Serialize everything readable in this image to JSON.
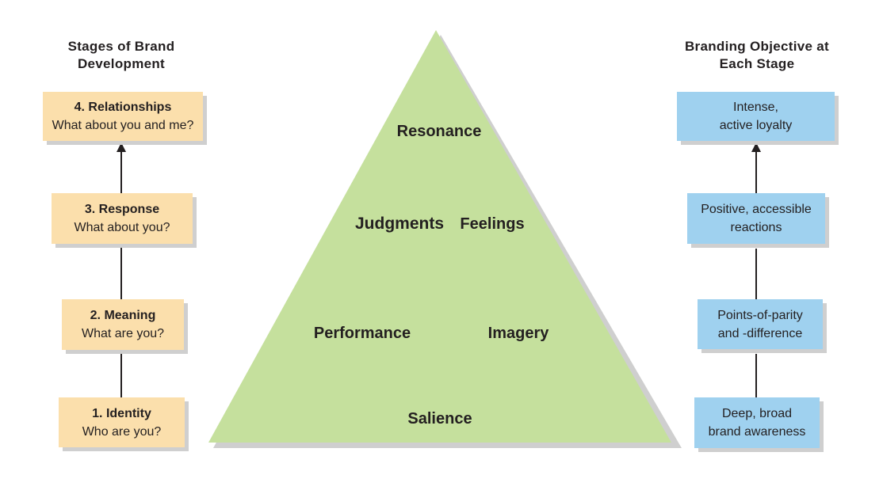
{
  "left_column": {
    "title_line1": "Stages of Brand",
    "title_line2": "Development",
    "stages": [
      {
        "title": "4. Relationships",
        "question": "What about you and me?"
      },
      {
        "title": "3. Response",
        "question": "What about you?"
      },
      {
        "title": "2. Meaning",
        "question": "What are you?"
      },
      {
        "title": "1. Identity",
        "question": "Who are you?"
      }
    ]
  },
  "right_column": {
    "title_line1": "Branding Objective at",
    "title_line2": "Each Stage",
    "objectives": [
      {
        "line1": "Intense,",
        "line2": "active loyalty"
      },
      {
        "line1": "Positive, accessible",
        "line2": "reactions"
      },
      {
        "line1": "Points-of-parity",
        "line2": "and -difference"
      },
      {
        "line1": "Deep, broad",
        "line2": "brand awareness"
      }
    ]
  },
  "pyramid": {
    "labels": {
      "resonance": "Resonance",
      "judgments": "Judgments",
      "feelings": "Feelings",
      "performance": "Performance",
      "imagery": "Imagery",
      "salience": "Salience"
    },
    "fill_color": "#c5e09d",
    "shadow_color": "#cfcfcf"
  },
  "colors": {
    "stage_box": "#fbdfac",
    "objective_box": "#9fd1ef",
    "line": "#231f20"
  }
}
